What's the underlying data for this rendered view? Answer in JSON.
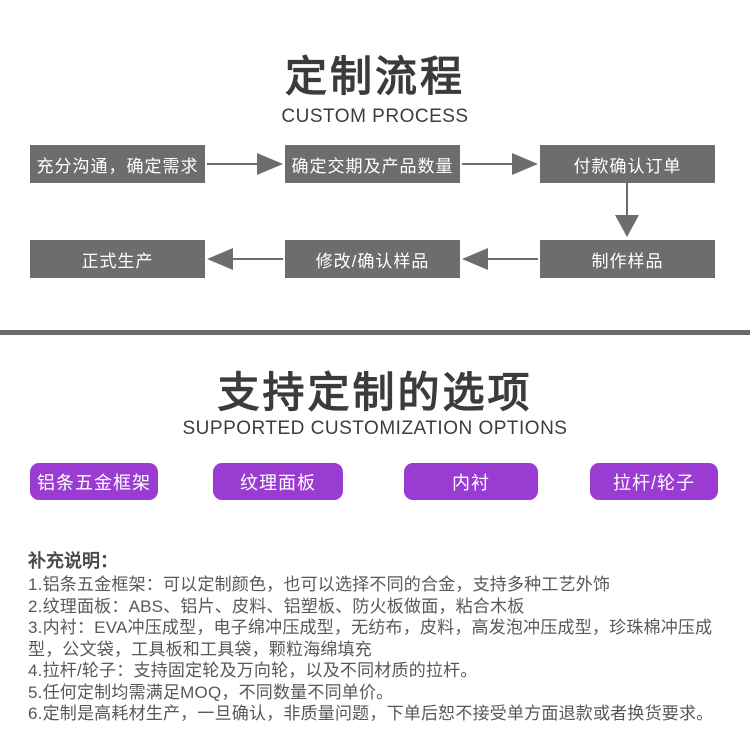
{
  "colors": {
    "title_text": "#3b3b3b",
    "flow_box_gray": "#6d6d6d",
    "divider_gray": "#6a6a6a",
    "button_purple": "#9a3cd2",
    "note_text": "#585858"
  },
  "section_process": {
    "title": "定制流程",
    "subtitle": "CUSTOM PROCESS",
    "steps": [
      "充分沟通，确定需求",
      "确定交期及产品数量",
      "付款确认订单",
      "制作样品",
      "修改/确认样品",
      "正式生产"
    ]
  },
  "section_options": {
    "title": "支持定制的选项",
    "subtitle": "SUPPORTED CUSTOMIZATION OPTIONS",
    "buttons": [
      "铝条五金框架",
      "纹理面板",
      "内衬",
      "拉杆/轮子"
    ]
  },
  "notes": {
    "heading": "补充说明：",
    "items": [
      "1.铝条五金框架：可以定制颜色，也可以选择不同的合金，支持多种工艺外饰",
      "2.纹理面板：ABS、铝片、皮料、铝塑板、防火板做面，粘合木板",
      "3.内衬：EVA冲压成型，电子绵冲压成型，无纺布，皮料，高发泡冲压成型，珍珠棉冲压成型，公文袋，工具板和工具袋，颗粒海绵填充",
      "4.拉杆/轮子：支持固定轮及万向轮，以及不同材质的拉杆。",
      "5.任何定制均需满足MOQ，不同数量不同单价。",
      "6.定制是高耗材生产，一旦确认，非质量问题，下单后恕不接受单方面退款或者换货要求。"
    ]
  }
}
